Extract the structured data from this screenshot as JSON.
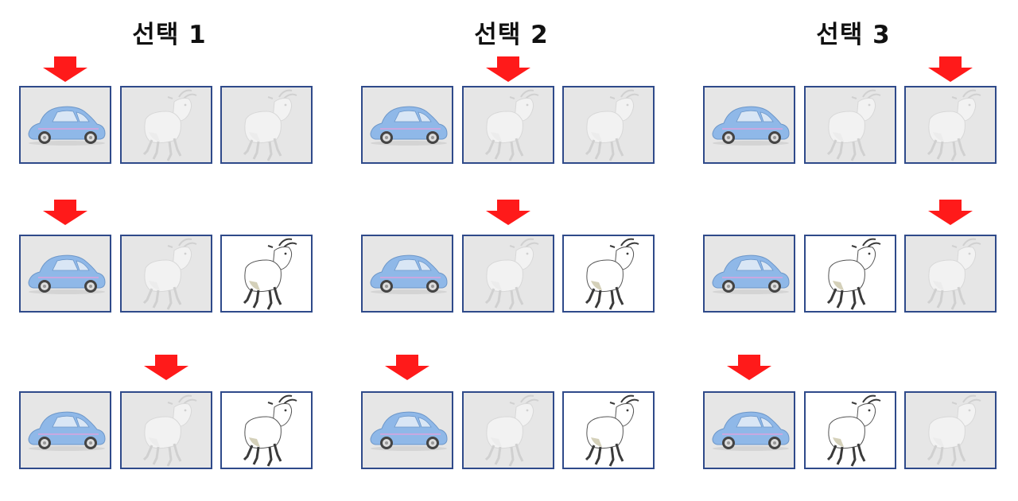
{
  "choices": [
    {
      "title": "선택 1",
      "rows": [
        {
          "arrow": 0,
          "doors": [
            {
              "content": "car",
              "revealed": false
            },
            {
              "content": "goat",
              "revealed": false
            },
            {
              "content": "goat",
              "revealed": false
            }
          ]
        },
        {
          "arrow": 0,
          "doors": [
            {
              "content": "car",
              "revealed": false
            },
            {
              "content": "goat",
              "revealed": false
            },
            {
              "content": "goat",
              "revealed": true
            }
          ]
        },
        {
          "arrow": 1,
          "doors": [
            {
              "content": "car",
              "revealed": false
            },
            {
              "content": "goat",
              "revealed": false
            },
            {
              "content": "goat",
              "revealed": true
            }
          ]
        }
      ]
    },
    {
      "title": "선택 2",
      "rows": [
        {
          "arrow": 1,
          "doors": [
            {
              "content": "car",
              "revealed": false
            },
            {
              "content": "goat",
              "revealed": false
            },
            {
              "content": "goat",
              "revealed": false
            }
          ]
        },
        {
          "arrow": 1,
          "doors": [
            {
              "content": "car",
              "revealed": false
            },
            {
              "content": "goat",
              "revealed": false
            },
            {
              "content": "goat",
              "revealed": true
            }
          ]
        },
        {
          "arrow": 0,
          "doors": [
            {
              "content": "car",
              "revealed": false
            },
            {
              "content": "goat",
              "revealed": false
            },
            {
              "content": "goat",
              "revealed": true
            }
          ]
        }
      ]
    },
    {
      "title": "선택 3",
      "rows": [
        {
          "arrow": 2,
          "doors": [
            {
              "content": "car",
              "revealed": false
            },
            {
              "content": "goat",
              "revealed": false
            },
            {
              "content": "goat",
              "revealed": false
            }
          ]
        },
        {
          "arrow": 2,
          "doors": [
            {
              "content": "car",
              "revealed": false
            },
            {
              "content": "goat",
              "revealed": true
            },
            {
              "content": "goat",
              "revealed": false
            }
          ]
        },
        {
          "arrow": 0,
          "doors": [
            {
              "content": "car",
              "revealed": false
            },
            {
              "content": "goat",
              "revealed": true
            },
            {
              "content": "goat",
              "revealed": false
            }
          ]
        }
      ]
    }
  ],
  "colors": {
    "arrow": "#ff1a1a",
    "door_border": "#2f4a8a",
    "closed_bg": "#e6e6e6",
    "open_bg": "#ffffff",
    "car_body": "#8fb8e8",
    "goat_faded": "#f2f2f2",
    "goat_revealed": "#ffffff"
  }
}
